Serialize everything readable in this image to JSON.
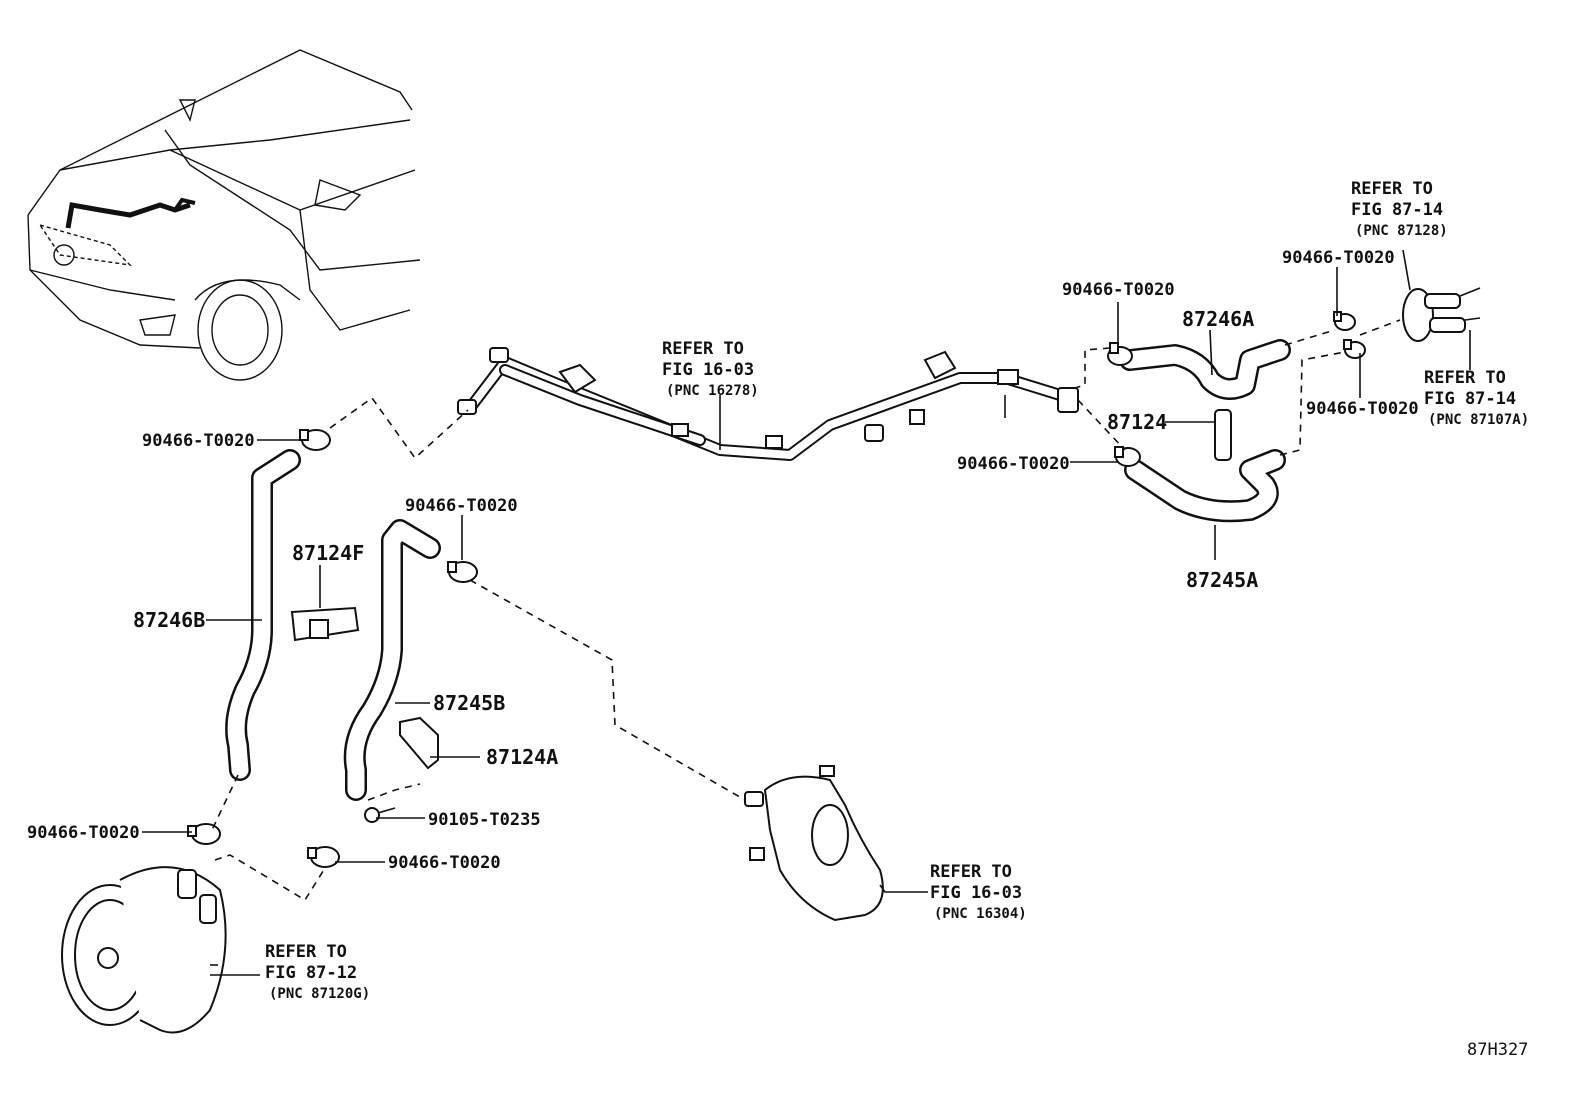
{
  "diagram": {
    "labels": {
      "clamp_top_left": "90466-T0020",
      "clamp_mid": "90466-T0020",
      "clamp_lower_left": "90466-T0020",
      "clamp_lower_mid": "90466-T0020",
      "clamp_upper_right_a": "90466-T0020",
      "clamp_right_mid": "90466-T0020",
      "clamp_far_right_top": "90466-T0020",
      "clamp_far_right_bottom": "90466-T0020",
      "hose_87246B": "87246B",
      "hose_87245B": "87245B",
      "hose_87246A": "87246A",
      "hose_87245A": "87245A",
      "clip_87124F": "87124F",
      "clip_87124A": "87124A",
      "clip_87124": "87124",
      "bolt_90105": "90105-T0235",
      "figure_code": "87H327"
    },
    "references": [
      {
        "line1": "REFER TO",
        "line2": "FIG 16-03",
        "pnc": "(PNC 16278)"
      },
      {
        "line1": "REFER TO",
        "line2": "FIG 87-14",
        "pnc": "(PNC 87128)"
      },
      {
        "line1": "REFER TO",
        "line2": "FIG 87-14",
        "pnc": "(PNC 87107A)"
      },
      {
        "line1": "REFER TO",
        "line2": "FIG 16-03",
        "pnc": "(PNC 16304)"
      },
      {
        "line1": "REFER TO",
        "line2": "FIG 87-12",
        "pnc": "(PNC 87120G)"
      }
    ]
  }
}
